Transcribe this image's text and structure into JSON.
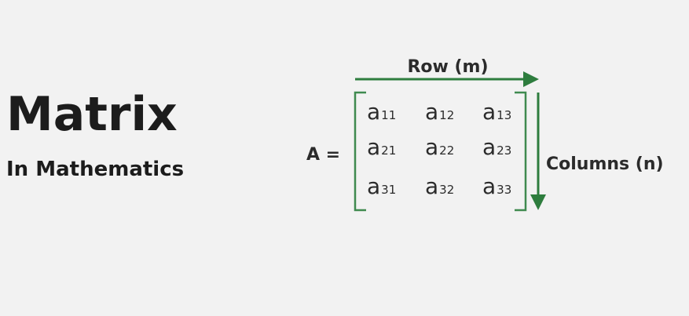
{
  "title": "Matrix",
  "subtitle": "In Mathematics",
  "matrix_label": "A =",
  "row_label": "Row (m)",
  "column_label": "Columns (n)",
  "entries": [
    [
      {
        "base": "a",
        "sub": "11"
      },
      {
        "base": "a",
        "sub": "12"
      },
      {
        "base": "a",
        "sub": "13"
      }
    ],
    [
      {
        "base": "a",
        "sub": "21"
      },
      {
        "base": "a",
        "sub": "22"
      },
      {
        "base": "a",
        "sub": "23"
      }
    ],
    [
      {
        "base": "a",
        "sub": "31"
      },
      {
        "base": "a",
        "sub": "32"
      },
      {
        "base": "a",
        "sub": "33"
      }
    ]
  ],
  "colors": {
    "arrow": "#2e7d3e",
    "bracket": "#3f8a4f",
    "text": "#1c1c1c"
  }
}
